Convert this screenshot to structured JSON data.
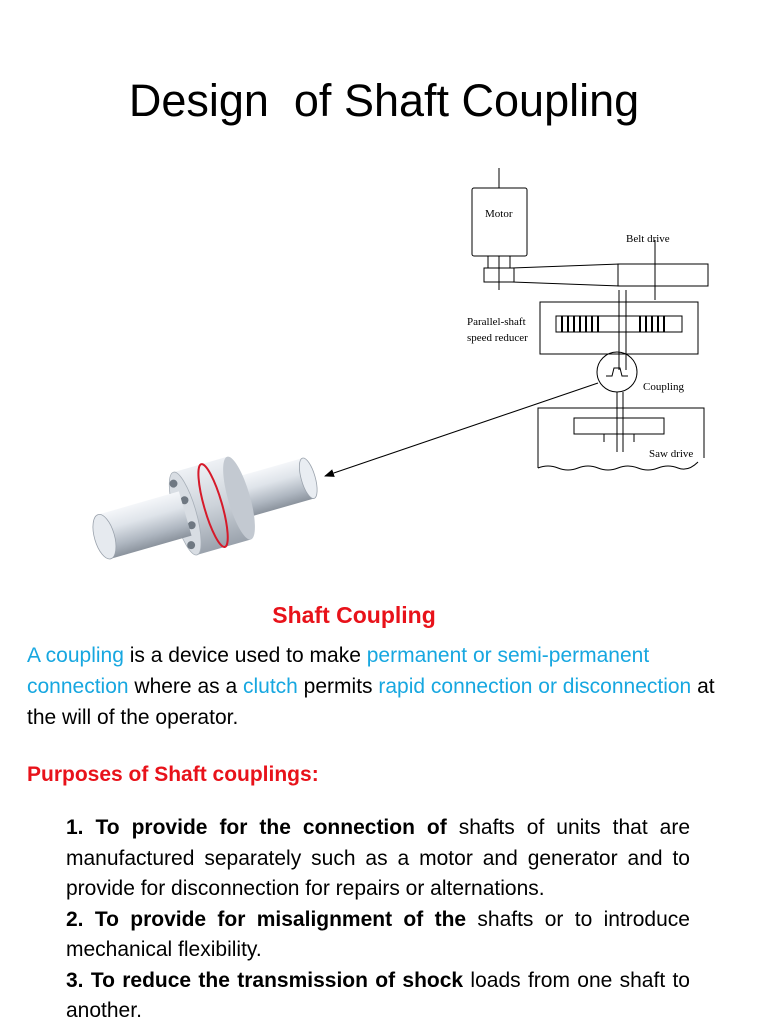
{
  "title": "Design  of Shaft Coupling",
  "diagram": {
    "labels": {
      "motor": "Motor",
      "belt_drive": "Belt drive",
      "reducer_line1": "Parallel-shaft",
      "reducer_line2": "speed reducer",
      "coupling": "Coupling",
      "saw_drive": "Saw drive"
    }
  },
  "section_heading": "Shaft Coupling",
  "intro": {
    "p1": "A coupling",
    "p2": " is a device used to make ",
    "p3": "permanent or semi-permanent connection",
    "p4": " where as a ",
    "p5": "clutch",
    "p6": " permits ",
    "p7": "rapid connection or disconnection",
    "p8": " at the will of the operator."
  },
  "purposes_heading": "Purposes of Shaft couplings:",
  "purposes": [
    {
      "bold": "1. To provide for the connection of",
      "text": " shafts of units that are manufactured separately such as a motor and generator and to provide for disconnection for repairs or alternations."
    },
    {
      "bold": "2. To provide for misalignment of the",
      "text": " shafts or to introduce mechanical flexibility."
    },
    {
      "bold": "3. To reduce the transmission of shock",
      "text": " loads from one shaft to another."
    }
  ],
  "colors": {
    "highlight": "#17a7e0",
    "heading_red": "#e8121a"
  }
}
